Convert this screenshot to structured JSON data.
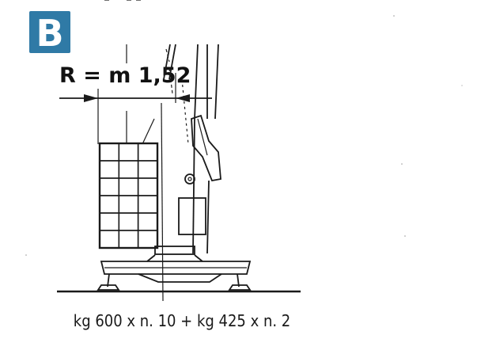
{
  "badge": {
    "letter": "B",
    "color": "#2f7aa6"
  },
  "radius": {
    "label": "R = m 1,52"
  },
  "caption": {
    "text": "kg 600 x n. 10 + kg 425 x n. 2"
  },
  "load": {
    "rows": 6,
    "columns": 3
  }
}
